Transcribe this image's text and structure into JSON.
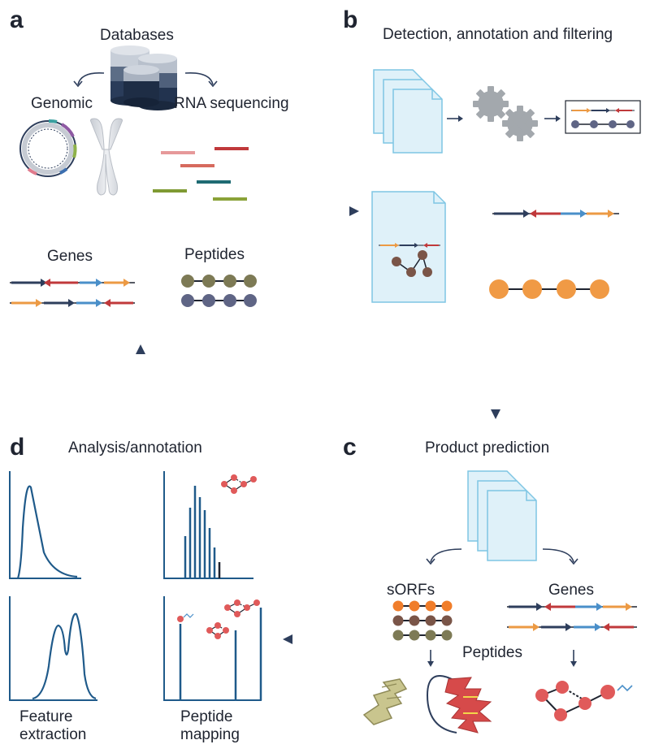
{
  "panels": {
    "a": {
      "letter": "a",
      "title": "Databases",
      "left_source": "Genomic",
      "right_source": "RNA sequencing",
      "genes_label": "Genes",
      "peptides_label": "Peptides"
    },
    "b": {
      "letter": "b",
      "title": "Detection, annotation and filtering"
    },
    "c": {
      "letter": "c",
      "title": "Product prediction",
      "sorfs_label": "sORFs",
      "genes_label": "Genes",
      "peptides_label": "Peptides"
    },
    "d": {
      "letter": "d",
      "title": "Analysis/annotation",
      "feature_label": "Feature\nextraction",
      "mapping_label": "Peptide\nmapping"
    }
  },
  "icons": [
    "database-icon",
    "plasmid-icon",
    "chromosome-icon",
    "document-stack-icon",
    "gear-icon",
    "arrow-icon",
    "peptide-chain-icon",
    "protein-structure-icon"
  ],
  "colors": {
    "text": "#1f2430",
    "navy": "#2e3e5c",
    "gene_red": "#c0393b",
    "gene_blue": "#4a8fc9",
    "gene_orange": "#ec9a44",
    "peptide_olive": "#7d7a55",
    "peptide_slate": "#5f6585",
    "peptide_brown": "#7a5548",
    "peptide_orange": "#f09a45",
    "peptide_pink": "#e05a5a",
    "doc_fill": "#dff1f9",
    "doc_stroke": "#7fc6e4",
    "plot_line": "#1f5a8a"
  }
}
